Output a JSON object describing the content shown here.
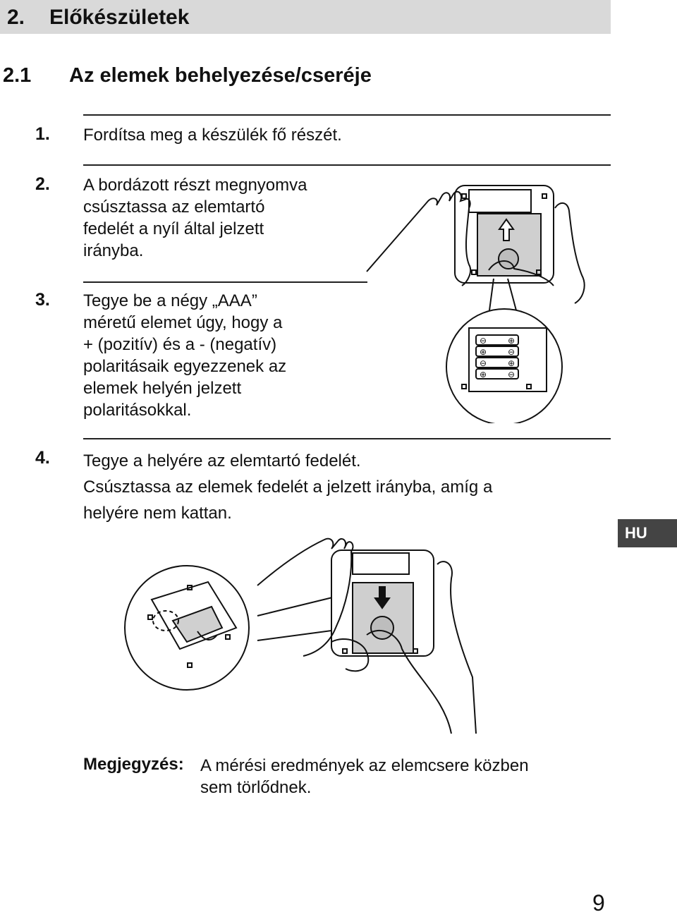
{
  "section": {
    "number": "2.",
    "title": "Előkészületek"
  },
  "subsection": {
    "number": "2.1",
    "title": "Az elemek behelyezése/cseréje"
  },
  "steps": [
    {
      "number": "1.",
      "text": "Fordítsa meg a készülék fő részét."
    },
    {
      "number": "2.",
      "text": "A bordázott részt megnyomva\ncsúsztassa az elemtartó\nfedelét a nyíl által jelzett\nirányba."
    },
    {
      "number": "3.",
      "text": "Tegye be a négy „AAA”\nméretű elemet úgy, hogy a\n+ (pozitív) és a - (negatív)\npolaritásaik egyezzenek az\nelemek helyén jelzett\npolaritásokkal."
    },
    {
      "number": "4.",
      "text": "Tegye a helyére az elemtartó fedelét.\nCsúsztassa az elemek fedelét a jelzett irányba, amíg a\nhelyére nem kattan."
    }
  ],
  "note": {
    "label": "Megjegyzés:",
    "text": "A mérési eredmények az elemcsere közben\nsem törlődnek."
  },
  "language_tab": "HU",
  "page_number": "9"
}
